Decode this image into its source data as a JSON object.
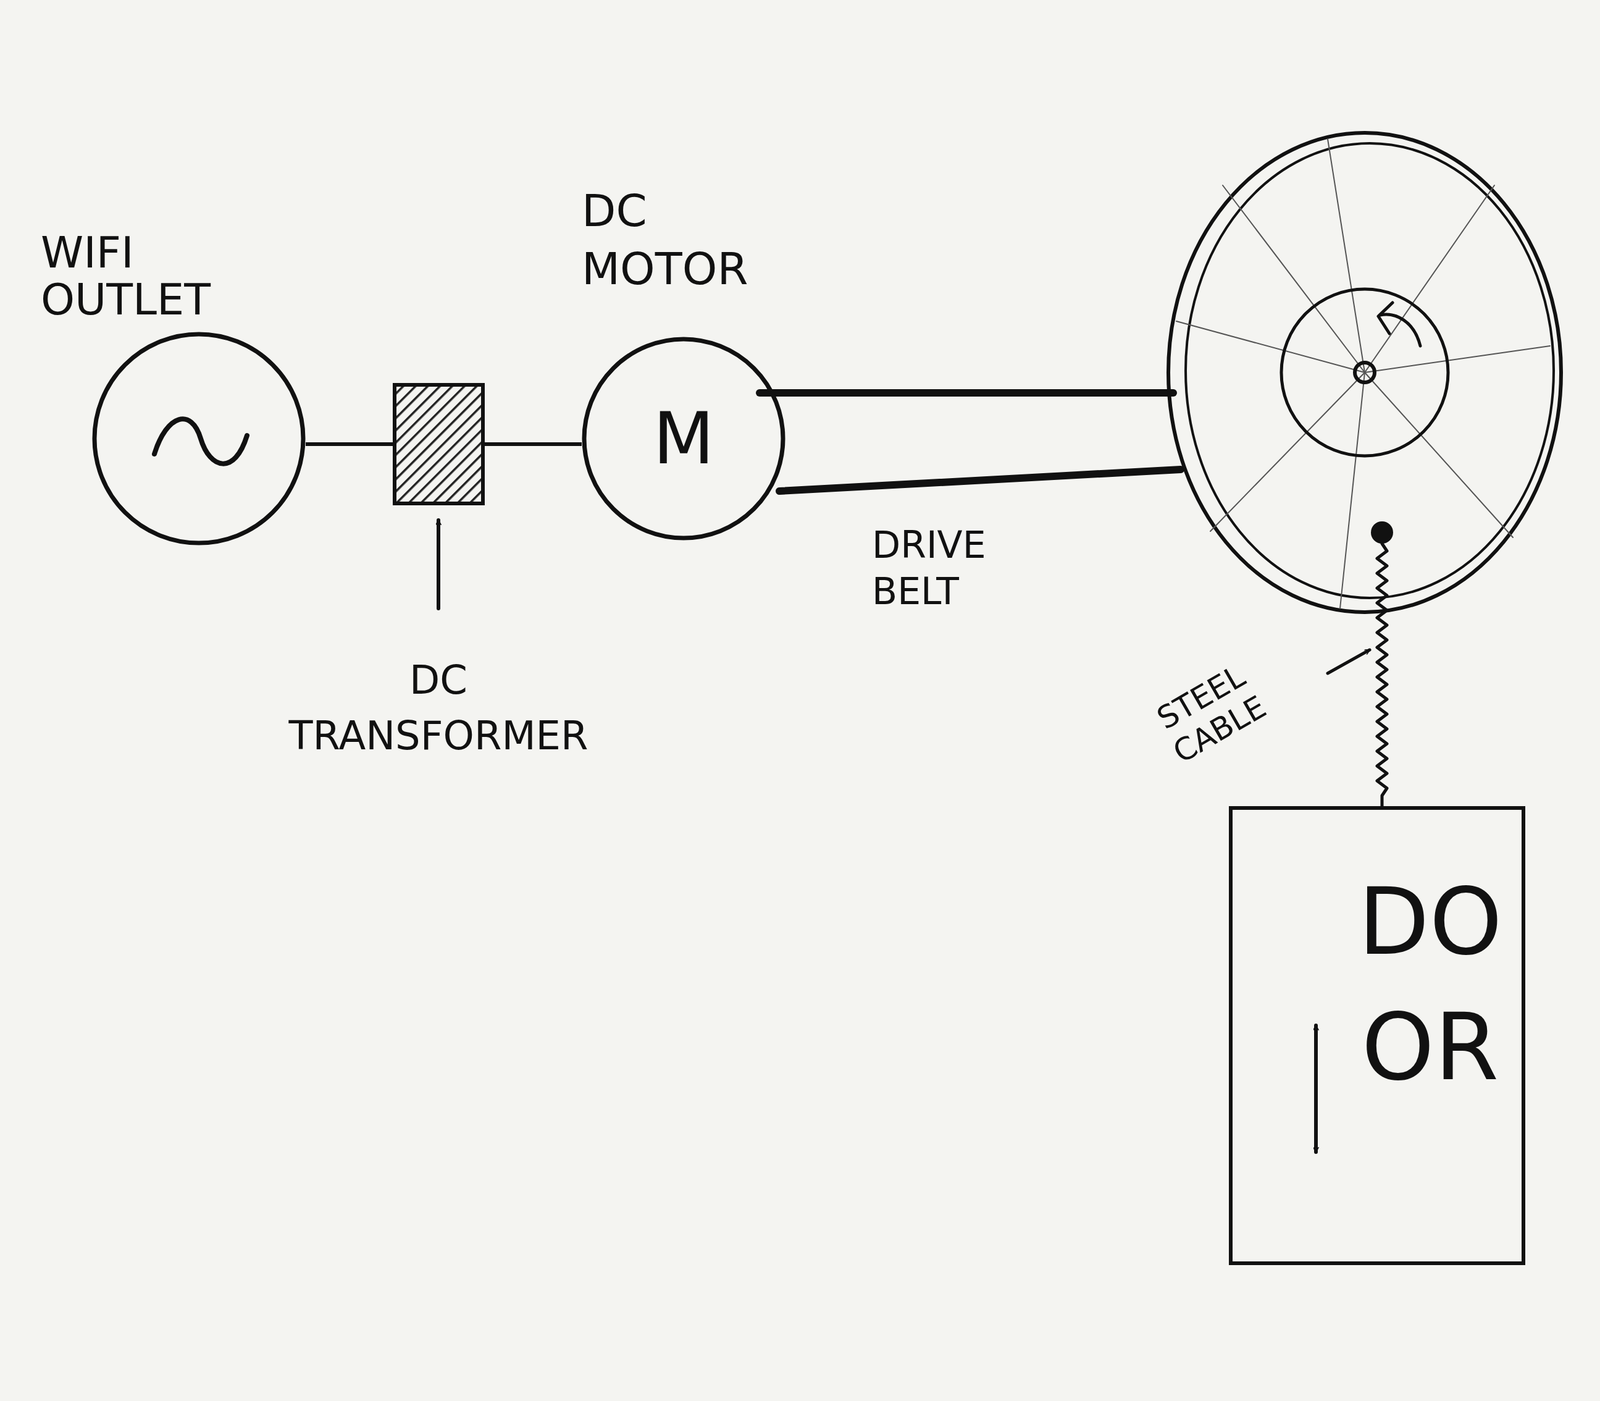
{
  "diagram": {
    "nodes": [
      {
        "text": [
          "WIFI OUTLET"
        ]
      },
      {
        "text": [
          "DC TRANSFORMER"
        ]
      },
      {
        "text": [
          "DC MOTOR",
          "M"
        ]
      },
      {
        "text": [
          "DOOR"
        ]
      }
    ],
    "edges": [
      {
        "from": 0,
        "to": 1,
        "arrow": "none"
      },
      {
        "from": 1,
        "to": 2,
        "arrow": "none"
      }
    ],
    "labels": [
      "DRIVE BELT",
      "STEEL CABLE"
    ]
  }
}
